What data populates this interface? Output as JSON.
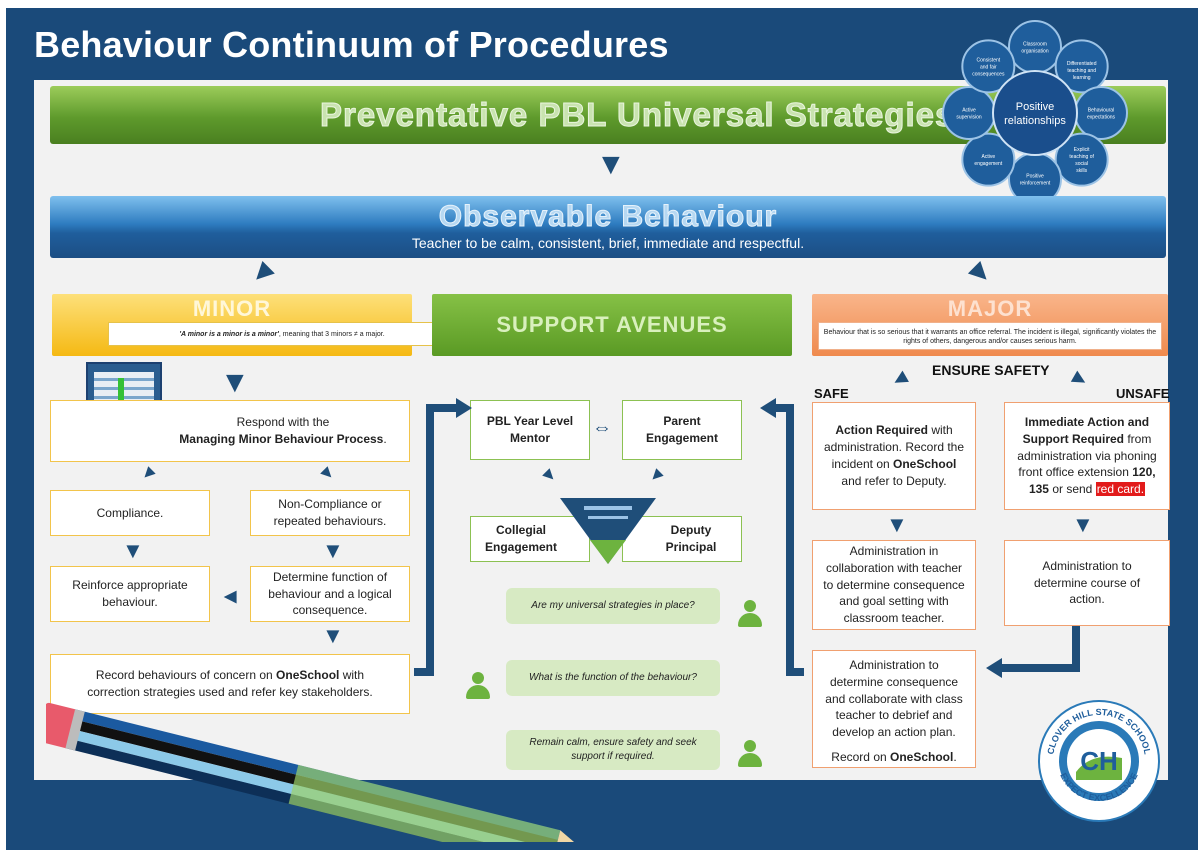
{
  "title": "Behaviour Continuum of Procedures",
  "preventative": "Preventative PBL Universal Strategies",
  "observable": {
    "title": "Observable Behaviour",
    "subtitle": "Teacher to be calm, consistent, brief, immediate and respectful."
  },
  "wheel": {
    "center": "Positive relationships",
    "spokes": [
      "Classroom organisation",
      "Differentiated teaching and learning",
      "Behavioural expectations",
      "Explicit teaching of social skills",
      "Positive reinforcement",
      "Active engagement",
      "Active supervision",
      "Consistent and fair consequences"
    ]
  },
  "minor": {
    "heading": "MINOR",
    "note_quote": "'A minor is a minor is a minor'",
    "note_rest": ", meaning that 3 minors ≠ a major.",
    "respond_line1": "Respond with the",
    "respond_bold": "Managing Minor Behaviour Process",
    "respond_end": ".",
    "compliance": "Compliance.",
    "noncompliance": "Non-Compliance or repeated behaviours.",
    "reinforce": "Reinforce appropriate behaviour.",
    "determine": "Determine function of behaviour and a logical consequence.",
    "record_start": "Record behaviours of concern on ",
    "record_bold": "OneSchool",
    "record_end": " with correction strategies used and refer key stakeholders."
  },
  "support": {
    "heading": "SUPPORT AVENUES",
    "pbl_mentor": "PBL Year Level Mentor",
    "parent": "Parent Engagement",
    "collegial": "Collegial Engagement",
    "deputy": "Deputy Principal",
    "q1": "Are my universal strategies in place?",
    "q2": "What is the function of the behaviour?",
    "q3": "Remain calm, ensure safety and seek support if required."
  },
  "major": {
    "heading": "MAJOR",
    "note": "Behaviour that is so serious that it warrants an office referral. The incident is illegal, significantly violates the rights of others, dangerous and/or causes serious harm.",
    "ensure": "ENSURE SAFETY",
    "safe": "SAFE",
    "unsafe": "UNSAFE",
    "action_bold": "Action Required",
    "action_rest1": " with administration. Record the incident on ",
    "action_os": "OneSchool",
    "action_rest2": " and refer to Deputy.",
    "immediate_bold": "Immediate Action and Support Required",
    "immediate_rest": " from administration via phoning front office extension ",
    "immediate_ext": "120, 135",
    "immediate_or": " or send ",
    "immediate_card": "red card.",
    "admin_collab": "Administration in collaboration with teacher to determine consequence and goal setting with classroom teacher.",
    "admin_course": "Administration to determine course of action.",
    "admin_final": "Administration to determine consequence and collaborate with class teacher to debrief and develop an action plan.",
    "record_on": "Record on ",
    "record_os": "OneSchool",
    "record_end": "."
  },
  "logo": {
    "top": "CLOVER HILL STATE SCHOOL",
    "bottom": "EXPECT EXCELLENCE",
    "letter": "CH"
  },
  "colors": {
    "navy": "#1a4a7a",
    "green": "#5e9a2c",
    "blue": "#2e7cc0",
    "yellow": "#f5b913",
    "orange": "#ef8a4e",
    "red": "#e21b1b"
  }
}
